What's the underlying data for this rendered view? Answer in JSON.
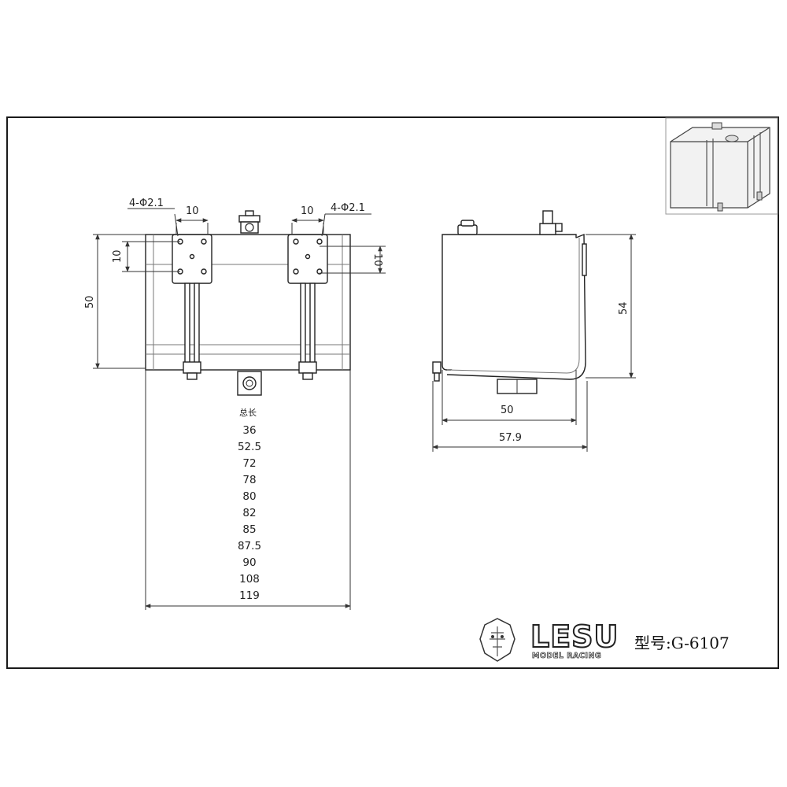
{
  "hole_spec_left": "4-Φ2.1",
  "hole_spec_right": "4-Φ2.1",
  "dimensions": {
    "left_plate_width": "10",
    "right_plate_width": "10",
    "left_plate_height": "10",
    "right_plate_height": "10",
    "height_front": "50",
    "height_side": "54",
    "depth_inner": "50",
    "depth_overall": "57.9"
  },
  "length_table": {
    "header": "总长",
    "values": [
      "36",
      "52.5",
      "72",
      "78",
      "80",
      "82",
      "85",
      "87.5",
      "90",
      "108",
      "119"
    ]
  },
  "logo": {
    "brand": "LESU",
    "subtitle": "MODEL RACING"
  },
  "model_number": "型号:G-6107"
}
